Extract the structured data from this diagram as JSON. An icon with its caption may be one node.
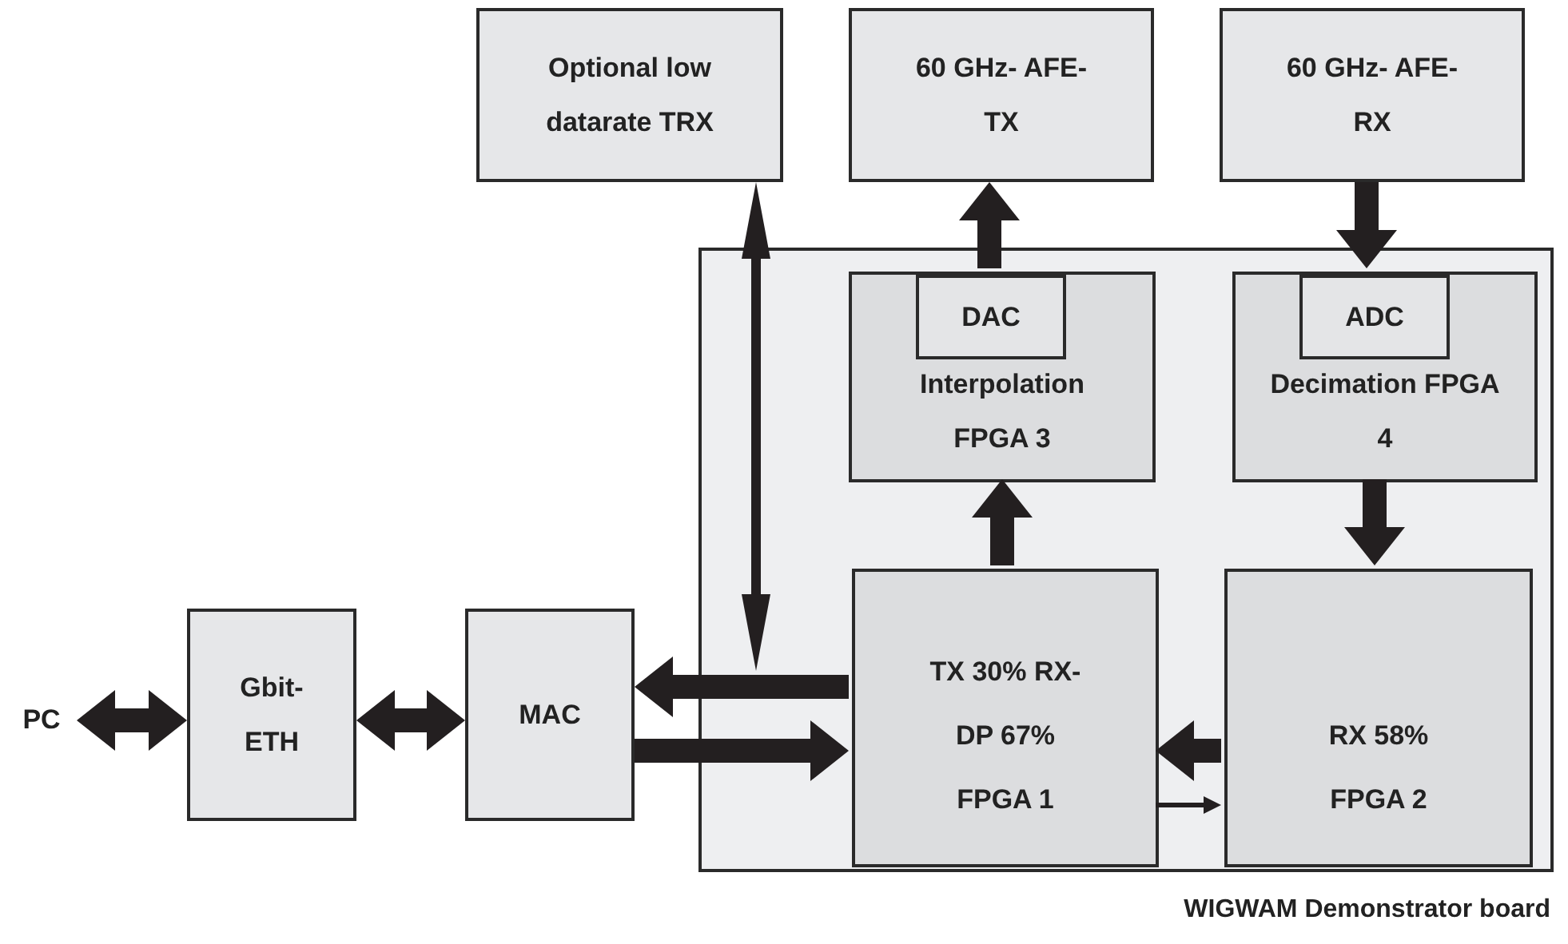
{
  "diagram": {
    "nodes": [
      {
        "text": [
          "PC"
        ]
      },
      {
        "text": [
          "Gbit- ETH"
        ]
      },
      {
        "text": [
          "MAC"
        ]
      },
      {
        "text": [
          "Optional low datarate TRX"
        ]
      },
      {
        "text": [
          "60 GHz- AFE-TX"
        ]
      },
      {
        "text": [
          "60 GHz- AFE-RX"
        ]
      },
      {
        "text": [
          "WIGWAM Demonstrator board"
        ]
      },
      {
        "text": [
          "Interpolation FPGA 3"
        ],
        "in": 6
      },
      {
        "text": [
          "DAC"
        ],
        "in": 7
      },
      {
        "text": [
          "Decimation FPGA 4"
        ],
        "in": 6
      },
      {
        "text": [
          "ADC"
        ],
        "in": 9
      },
      {
        "text": [
          "TX 30% RX-DP 67% FPGA 1"
        ],
        "in": 6
      },
      {
        "text": [
          "RX 58% FPGA 2"
        ],
        "in": 6
      }
    ],
    "edges": [
      {
        "from": 0,
        "to": 1,
        "arrow": "both"
      },
      {
        "from": 1,
        "to": 2,
        "arrow": "both"
      },
      {
        "from": 11,
        "to": 2,
        "arrow": "to"
      },
      {
        "from": 2,
        "to": 11,
        "arrow": "to"
      },
      {
        "from": null,
        "to": 3,
        "arrow": "both"
      },
      {
        "from": 11,
        "to": 7,
        "arrow": "to"
      },
      {
        "from": 8,
        "to": 4,
        "arrow": "to"
      },
      {
        "from": 5,
        "to": 10,
        "arrow": "to"
      },
      {
        "from": 9,
        "to": 12,
        "arrow": "to"
      },
      {
        "from": 12,
        "to": 11,
        "arrow": "to"
      },
      {
        "from": 11,
        "to": 12,
        "arrow": "to"
      }
    ]
  }
}
